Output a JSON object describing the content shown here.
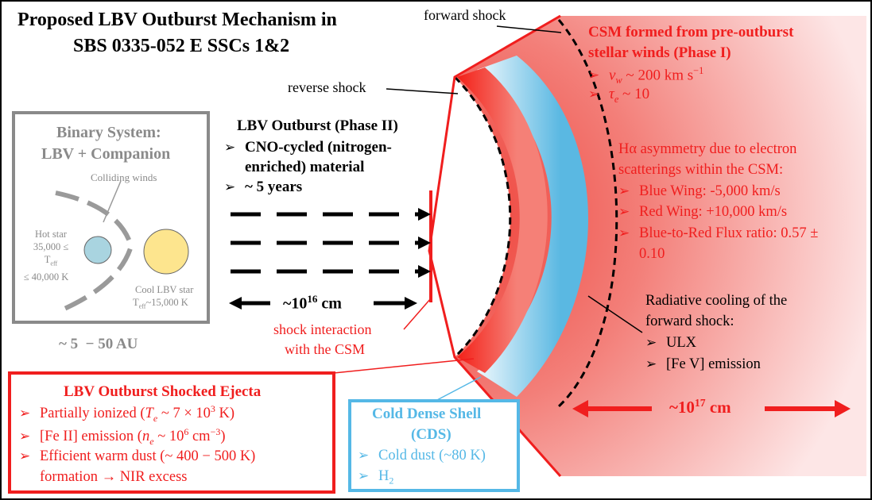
{
  "title": {
    "line1": "Proposed LBV Outburst Mechanism in",
    "line2": "SBS 0335-052 E SSCs 1&2"
  },
  "labels": {
    "forward_shock": "forward shock",
    "reverse_shock": "reverse shock",
    "shock_interaction_1": "shock interaction",
    "shock_interaction_2": "with the CSM",
    "bullet_glyph": "➢"
  },
  "binary": {
    "title1": "Binary System:",
    "title2": "LBV + Companion",
    "colliding_winds": "Colliding winds",
    "hot_star": [
      "Hot star",
      "35,000 ≤",
      "T",
      "eff",
      "≤ 40,000 K"
    ],
    "cool_star": [
      "Cool LBV star",
      "T",
      "eff",
      "~15,000 K"
    ],
    "scale": "~ 5  − 50 AU"
  },
  "outburst": {
    "title": "LBV Outburst (Phase II)",
    "bullet1_l1": "CNO-cycled (nitrogen-",
    "bullet1_l2": "enriched) material",
    "bullet2": "~ 5 years",
    "scale_base": "~10",
    "scale_exp": "16",
    "scale_unit": " cm"
  },
  "csm": {
    "title1": "CSM formed from pre-outburst",
    "title2": "stellar winds (Phase I)",
    "vw": "v",
    "vw_sub": "w",
    "vw_rest": " ~ 200 km s",
    "vw_exp": "−1",
    "tau": "τ",
    "tau_sub": "e",
    "tau_rest": " ~ 10"
  },
  "halpha": {
    "l1": "Hα asymmetry due to electron",
    "l2": "scatterings within the CSM:",
    "b1": "Blue Wing: -5,000 km/s",
    "b2": "Red Wing: +10,000 km/s",
    "b3_l1": "Blue-to-Red Flux ratio: 0.57 ±",
    "b3_l2": "0.10"
  },
  "cooling": {
    "l1": "Radiative cooling of the",
    "l2": "forward shock:",
    "b1": "ULX",
    "b2": "[Fe V] emission",
    "scale_base": "~10",
    "scale_exp": "17",
    "scale_unit": " cm"
  },
  "ejecta": {
    "title": "LBV Outburst Shocked Ejecta",
    "b1_pre": "Partially ionized (",
    "b1_te": "T",
    "b1_te_sub": "e",
    "b1_rest": " ~ 7 × 10",
    "b1_exp": "3",
    "b1_end": " K)",
    "b2_pre": "[Fe II] emission (",
    "b2_ne": "n",
    "b2_ne_sub": "e",
    "b2_rest": " ~ 10",
    "b2_exp": "6",
    "b2_unit": " cm",
    "b2_uexp": "−3",
    "b2_end": ")",
    "b3_l1": "Efficient warm dust (~ 400 − 500 K)",
    "b3_l2": "formation → NIR excess"
  },
  "cds": {
    "title1": "Cold Dense Shell",
    "title2": "(CDS)",
    "b1": "Cold dust (~80 K)",
    "b2": "H",
    "b2_sub": "2"
  },
  "colors": {
    "red": "#f01e1e",
    "blue": "#55b8e6",
    "grey": "#8a8a8a",
    "hot_star": "#a9d4e0",
    "cool_star": "#fde58e"
  }
}
